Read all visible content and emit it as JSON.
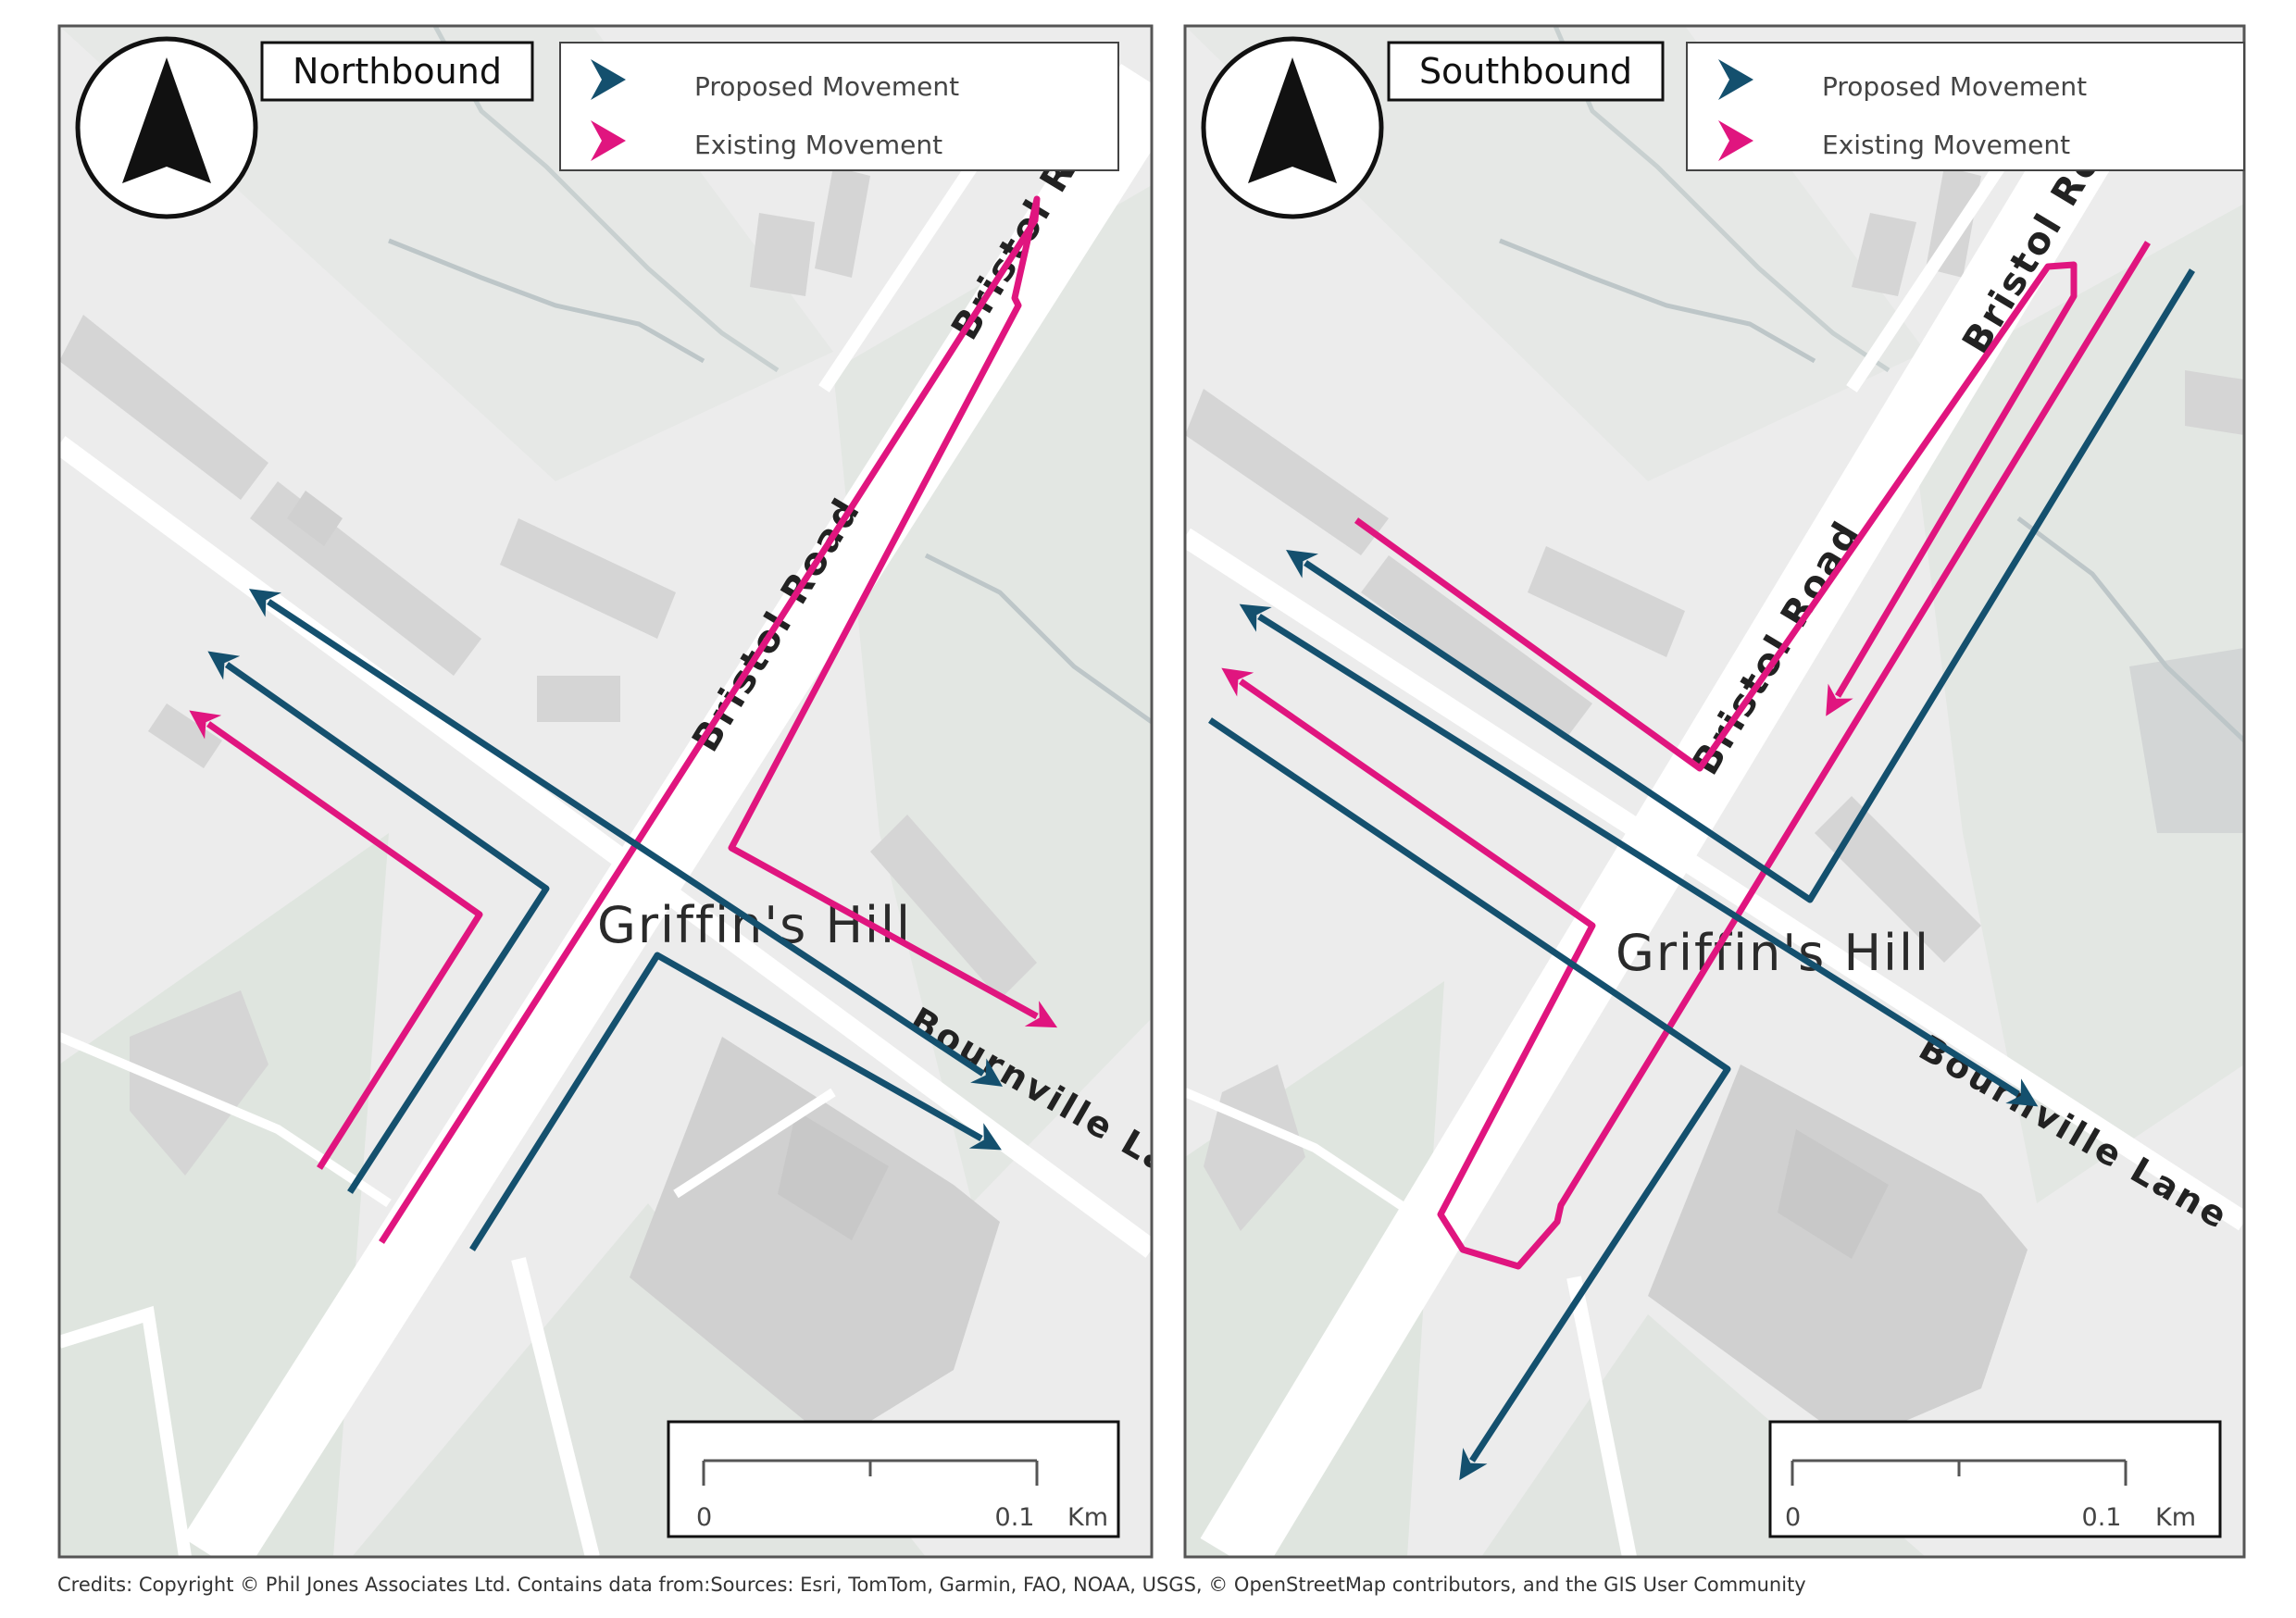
{
  "maps": [
    {
      "id": "northbound",
      "title": "Northbound",
      "legend": [
        {
          "label": "Proposed Movement",
          "color": "#14506e"
        },
        {
          "label": "Existing Movement",
          "color": "#e0157f"
        }
      ],
      "place_label": "Griffin's Hill",
      "roads": [
        "Bristol Road",
        "Bristol Ro",
        "Bournville Lane"
      ],
      "scale": {
        "start": "0",
        "end": "0.1",
        "unit": "Km"
      },
      "north_arrow": "north-arrow-icon"
    },
    {
      "id": "southbound",
      "title": "Southbound",
      "legend": [
        {
          "label": "Proposed Movement",
          "color": "#14506e"
        },
        {
          "label": "Existing Movement",
          "color": "#e0157f"
        }
      ],
      "place_label": "Griffin's Hill",
      "roads": [
        "Bristol Road",
        "Bristol Ro",
        "Bournville Lane"
      ],
      "scale": {
        "start": "0",
        "end": "0.1",
        "unit": "Km"
      },
      "north_arrow": "north-arrow-icon"
    }
  ],
  "colors": {
    "proposed": "#14506e",
    "existing": "#e0157f",
    "land": "#ececec",
    "building": "#d3d3d3",
    "road": "#ffffff",
    "green": "#dfe5df"
  },
  "credits": "Credits: Copyright ©  Phil Jones Associates Ltd. Contains data from:Sources: Esri, TomTom, Garmin, FAO, NOAA, USGS, © OpenStreetMap contributors, and the GIS User Community"
}
